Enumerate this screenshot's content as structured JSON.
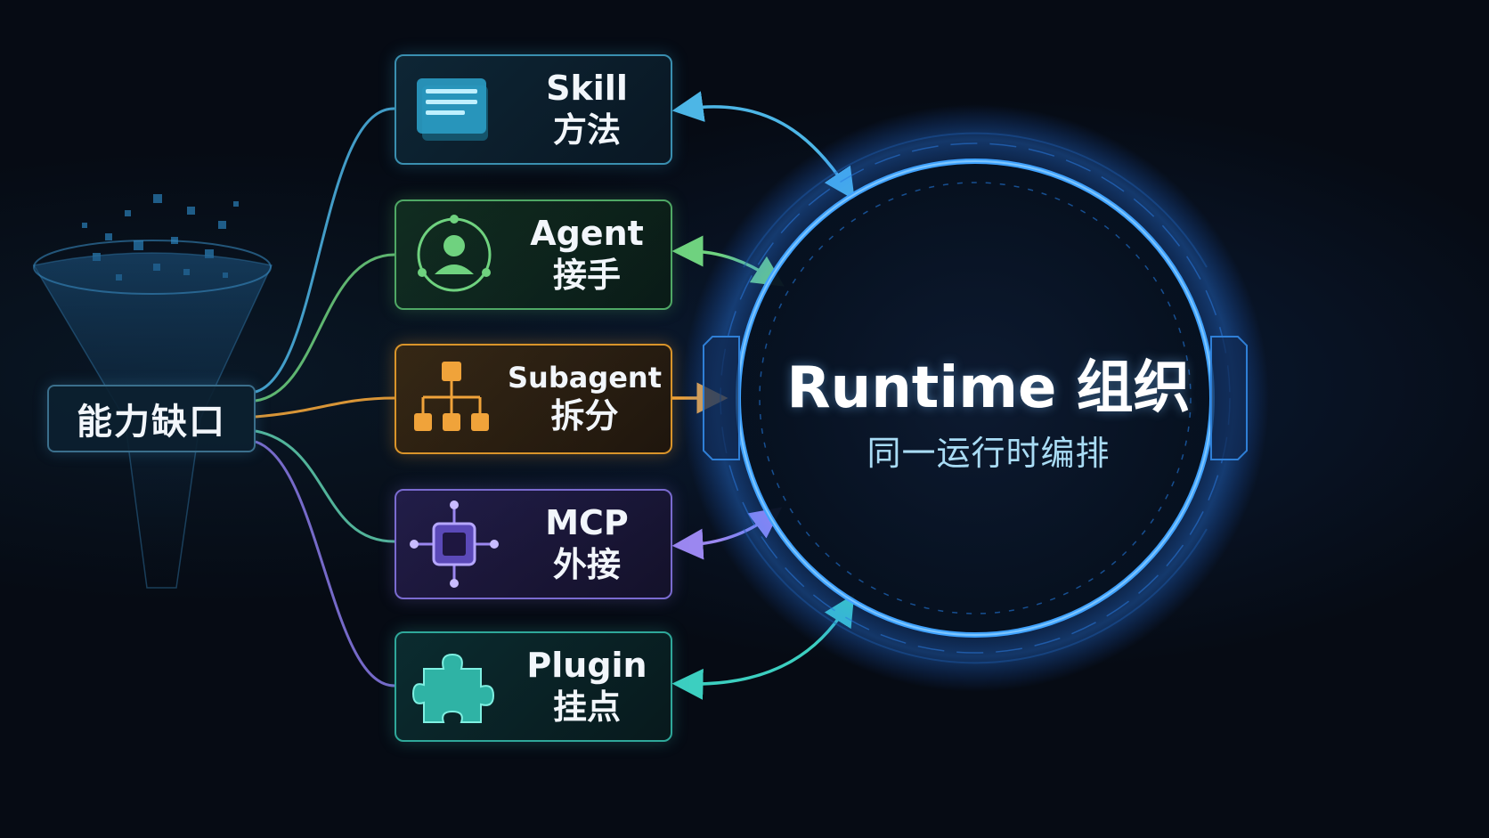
{
  "source": {
    "label": "能力缺口"
  },
  "capabilities": [
    {
      "id": "skill",
      "en": "Skill",
      "zh": "方法",
      "color": "#4db6e6",
      "icon": "document-stack-icon"
    },
    {
      "id": "agent",
      "en": "Agent",
      "zh": "接手",
      "color": "#6fd27f",
      "icon": "user-orbit-icon"
    },
    {
      "id": "subagent",
      "en": "Subagent",
      "zh": "拆分",
      "color": "#f0a33a",
      "icon": "hierarchy-tree-icon"
    },
    {
      "id": "mcp",
      "en": "MCP",
      "zh": "外接",
      "color": "#9b87f0",
      "icon": "chip-connector-icon"
    },
    {
      "id": "plugin",
      "en": "Plugin",
      "zh": "挂点",
      "color": "#3ccfc0",
      "icon": "puzzle-piece-icon"
    }
  ],
  "runtime": {
    "title": "Runtime 组织",
    "subtitle": "同一运行时编排",
    "color": "#3a9cff"
  }
}
